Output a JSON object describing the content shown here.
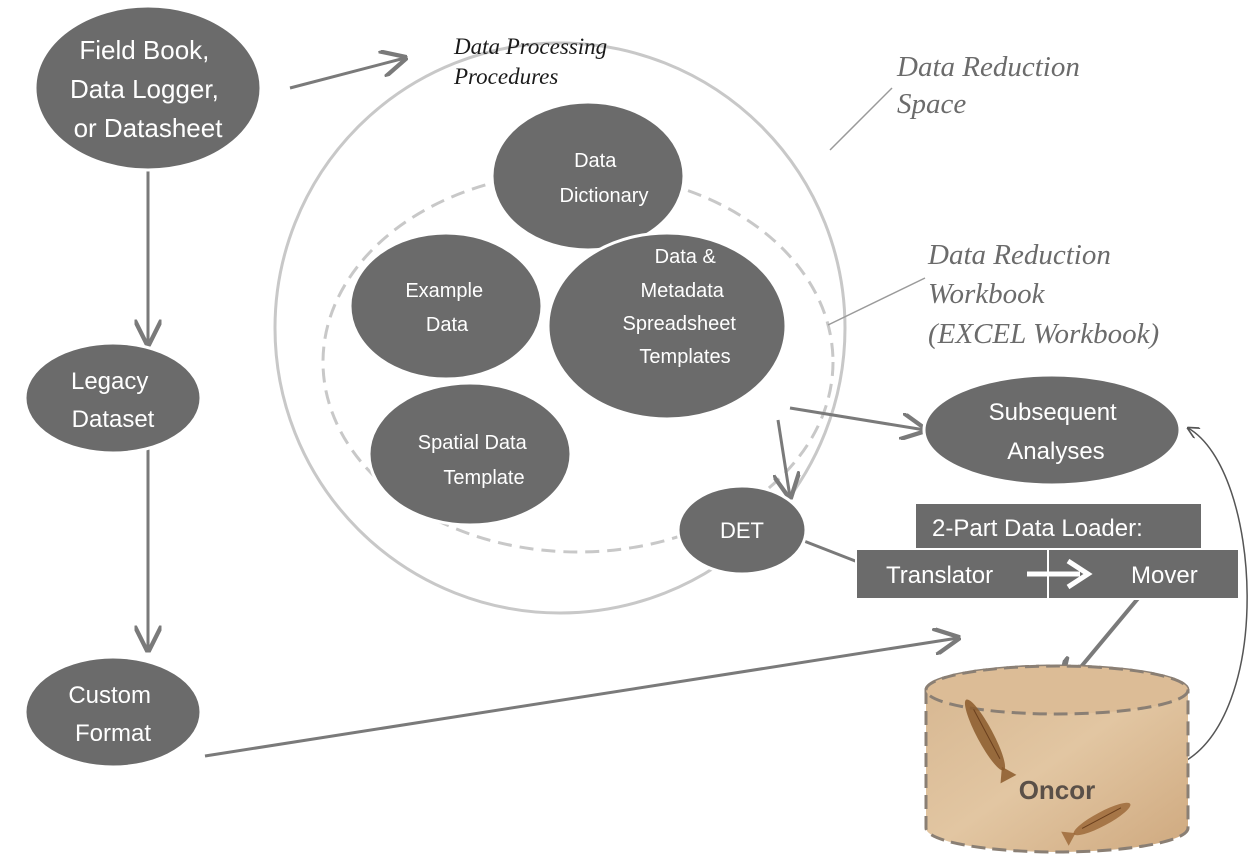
{
  "colors": {
    "node_fill": "#6b6b6b",
    "node_stroke": "#ffffff",
    "edge": "#7a7a7a",
    "circle_stroke": "#c8c8c8",
    "label_gray": "#6b6b6b",
    "stone": "#d8b893"
  },
  "nodes": {
    "field_book": [
      "Field Book,",
      "Data Logger,",
      "or Datasheet"
    ],
    "legacy_dataset": [
      "Legacy",
      "Dataset"
    ],
    "custom_format": [
      "Custom",
      "Format"
    ],
    "data_dictionary": [
      "Data",
      "Dictionary"
    ],
    "example_data": [
      "Example",
      "Data"
    ],
    "metadata_templates": [
      "Data &",
      "Metadata",
      "Spreadsheet",
      "Templates"
    ],
    "spatial_template": [
      "Spatial Data",
      "Template"
    ],
    "det": "DET",
    "subsequent_analyses": [
      "Subsequent",
      "Analyses"
    ],
    "oncor": "Oncor"
  },
  "loader": {
    "title": "2-Part Data Loader:",
    "translator": "Translator",
    "mover": "Mover"
  },
  "labels": {
    "processing": [
      "Data Processing",
      "Procedures"
    ],
    "reduction_space": [
      "Data Reduction",
      "Space"
    ],
    "reduction_workbook": [
      "Data Reduction",
      "Workbook",
      "(EXCEL Workbook)"
    ]
  },
  "icons": {
    "fossil_fish": "fossil-fish-icon",
    "flow_arrow": "arrow-right-icon"
  }
}
